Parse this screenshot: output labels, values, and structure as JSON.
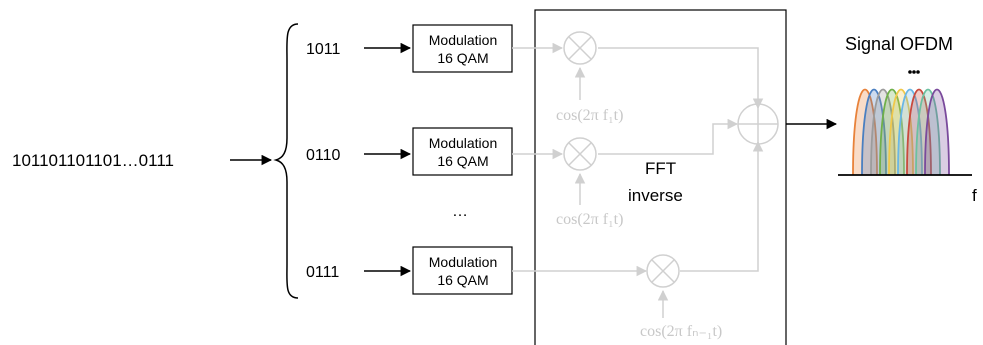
{
  "input_bits": "101101101101…0111",
  "streams": [
    {
      "bits": "1011",
      "mod_line1": "Modulation",
      "mod_line2": "16 QAM",
      "cos_label": "cos(2π f₁t)"
    },
    {
      "bits": "0110",
      "mod_line1": "Modulation",
      "mod_line2": "16 QAM",
      "cos_label": "cos(2π f₁t)"
    },
    {
      "bits": "0111",
      "mod_line1": "Modulation",
      "mod_line2": "16 QAM",
      "cos_label": "cos(2π fₙ₋₁t)"
    }
  ],
  "ellipsis": "…",
  "fft_line1": "FFT",
  "fft_line2": "inverse",
  "output_title": "Signal OFDM",
  "axis_label": "f",
  "colors": {
    "line": "#000000",
    "faded": "#d0d0d0",
    "faded_text": "#c8c8c8",
    "subcarriers": [
      "#e8823a",
      "#4a7fc1",
      "#9c9c9c",
      "#6fb04a",
      "#f0c84a",
      "#6ab6e6",
      "#c94a3e",
      "#6cc0a0",
      "#7a4a9c"
    ]
  }
}
